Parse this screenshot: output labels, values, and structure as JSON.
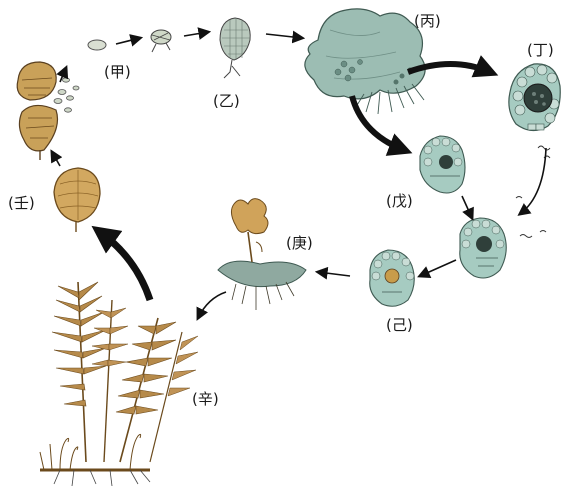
{
  "stage_labels": {
    "jia": "(甲)",
    "yi": "(乙)",
    "bing": "(丙)",
    "ding": "(丁)",
    "wu": "(戊)",
    "ji": "(己)",
    "geng": "(庚)",
    "xin": "(辛)",
    "ren": "(壬)"
  },
  "colors": {
    "arrow": "#111111",
    "prothallus": "#8fb8ae",
    "gametangium": "#9cc7bd",
    "sporangium": "#d2a860",
    "frond": "#b68a4a",
    "ink": "#2a2a2a"
  }
}
